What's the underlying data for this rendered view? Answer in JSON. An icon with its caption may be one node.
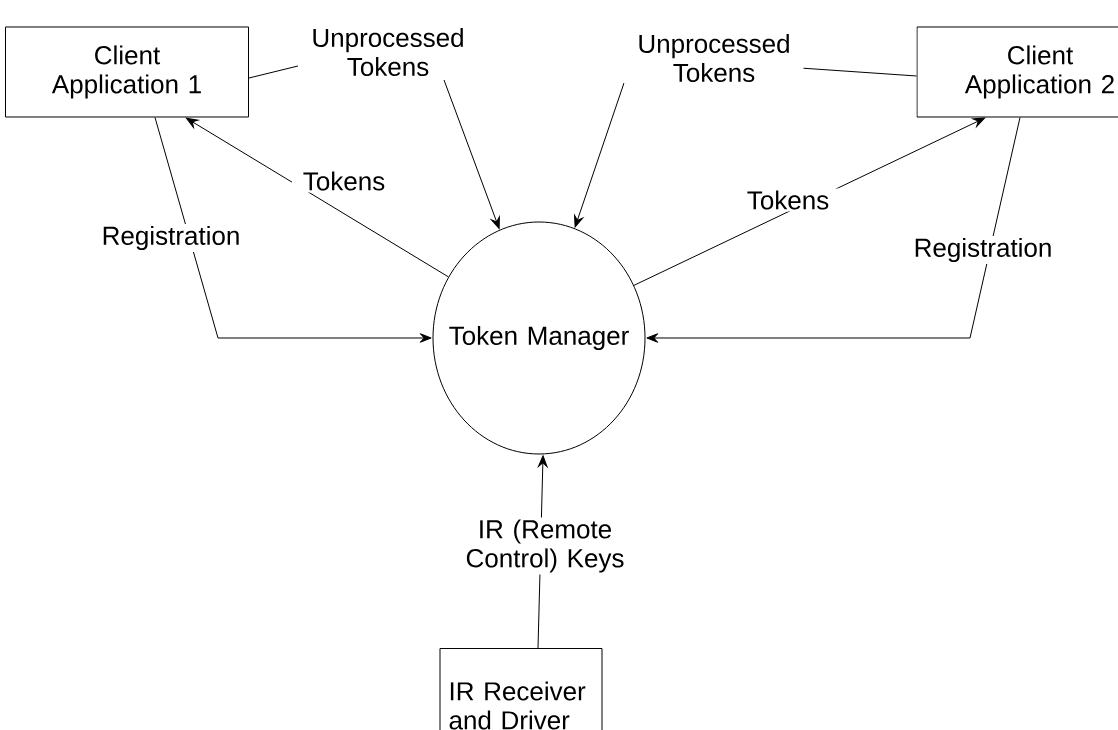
{
  "diagram": {
    "nodes": [
      {
        "text": [
          "Client Application 1"
        ]
      },
      {
        "text": [
          "Client Application 2"
        ]
      },
      {
        "text": [
          "Token Manager"
        ]
      },
      {
        "text": [
          "IR Receiver and Driver"
        ]
      }
    ],
    "edges": [
      {
        "from": 0,
        "to": 2,
        "arrow": "to",
        "label": "Unprocessed Tokens"
      },
      {
        "from": 2,
        "to": 0,
        "arrow": "to",
        "label": "Tokens"
      },
      {
        "from": 0,
        "to": 2,
        "arrow": "to",
        "label": "Registration"
      },
      {
        "from": 1,
        "to": 2,
        "arrow": "to",
        "label": "Unprocessed Tokens"
      },
      {
        "from": 2,
        "to": 1,
        "arrow": "to",
        "label": "Tokens"
      },
      {
        "from": 1,
        "to": 2,
        "arrow": "to",
        "label": "Registration"
      },
      {
        "from": 3,
        "to": 2,
        "arrow": "to",
        "label": "IR (Remote Control) Keys"
      }
    ]
  }
}
